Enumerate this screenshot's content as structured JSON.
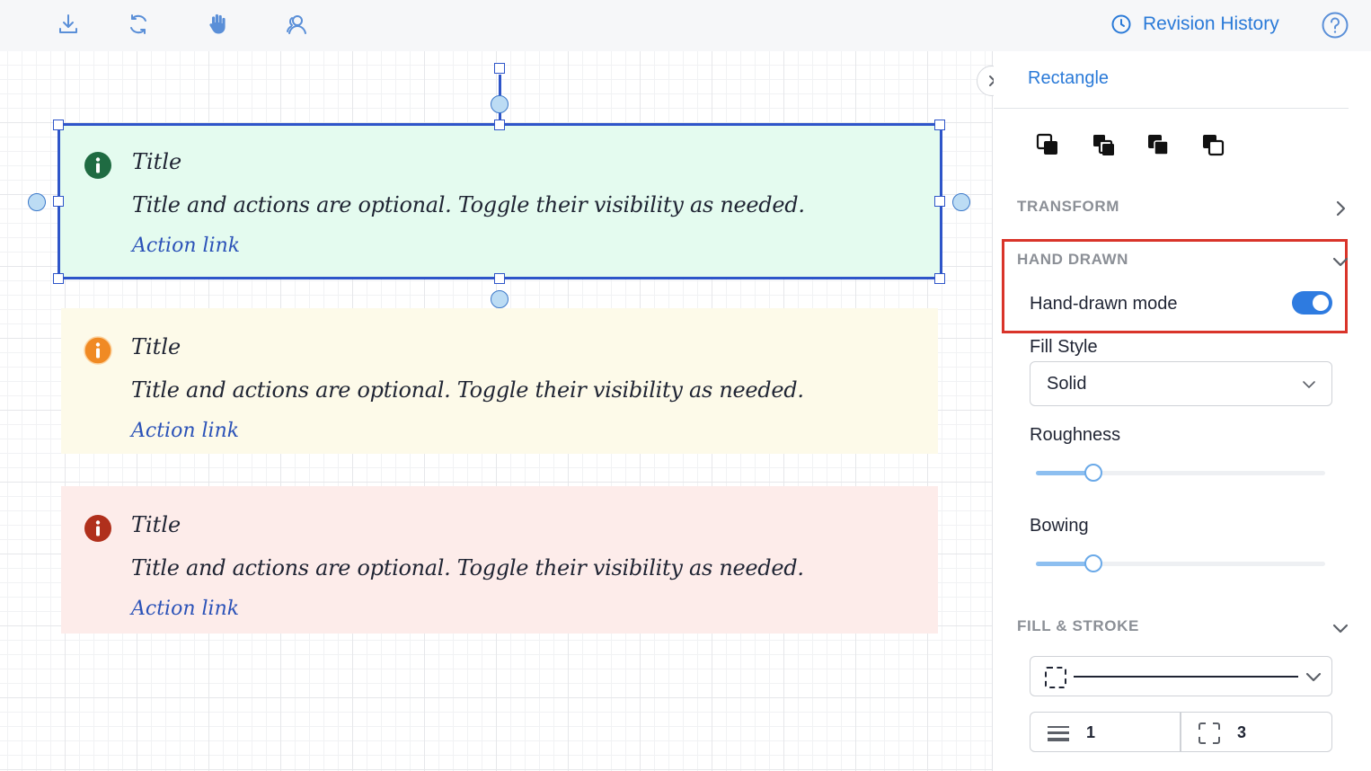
{
  "toolbar": {
    "revision_label": "Revision History"
  },
  "cards": [
    {
      "title": "Title",
      "body": "Title and actions are optional. Toggle their visibility as needed.",
      "link": "Action link",
      "icon_color": "#1f6b42",
      "bg": "#e4fbef"
    },
    {
      "title": "Title",
      "body": "Title and actions are optional. Toggle their visibility as needed.",
      "link": "Action link",
      "icon_color": "#f08a24",
      "bg": "#fdfae9"
    },
    {
      "title": "Title",
      "body": "Title and actions are optional. Toggle their visibility as needed.",
      "link": "Action link",
      "icon_color": "#b0301c",
      "bg": "#fdecea"
    }
  ],
  "panel": {
    "shape_name": "Rectangle",
    "transform_header": "TRANSFORM",
    "hand_drawn": {
      "header": "HAND DRAWN",
      "mode_label": "Hand-drawn mode",
      "mode_on": true
    },
    "fill_style": {
      "label": "Fill Style",
      "value": "Solid"
    },
    "roughness": {
      "label": "Roughness",
      "value": 0.2
    },
    "bowing": {
      "label": "Bowing",
      "value": 0.2
    },
    "fill_stroke": {
      "header": "FILL & STROKE",
      "stroke_width": "1",
      "corner_radius": "3"
    }
  },
  "colors": {
    "accent": "#2a7ad8",
    "selection": "#2e55c9",
    "highlight_box": "#d9342a"
  }
}
